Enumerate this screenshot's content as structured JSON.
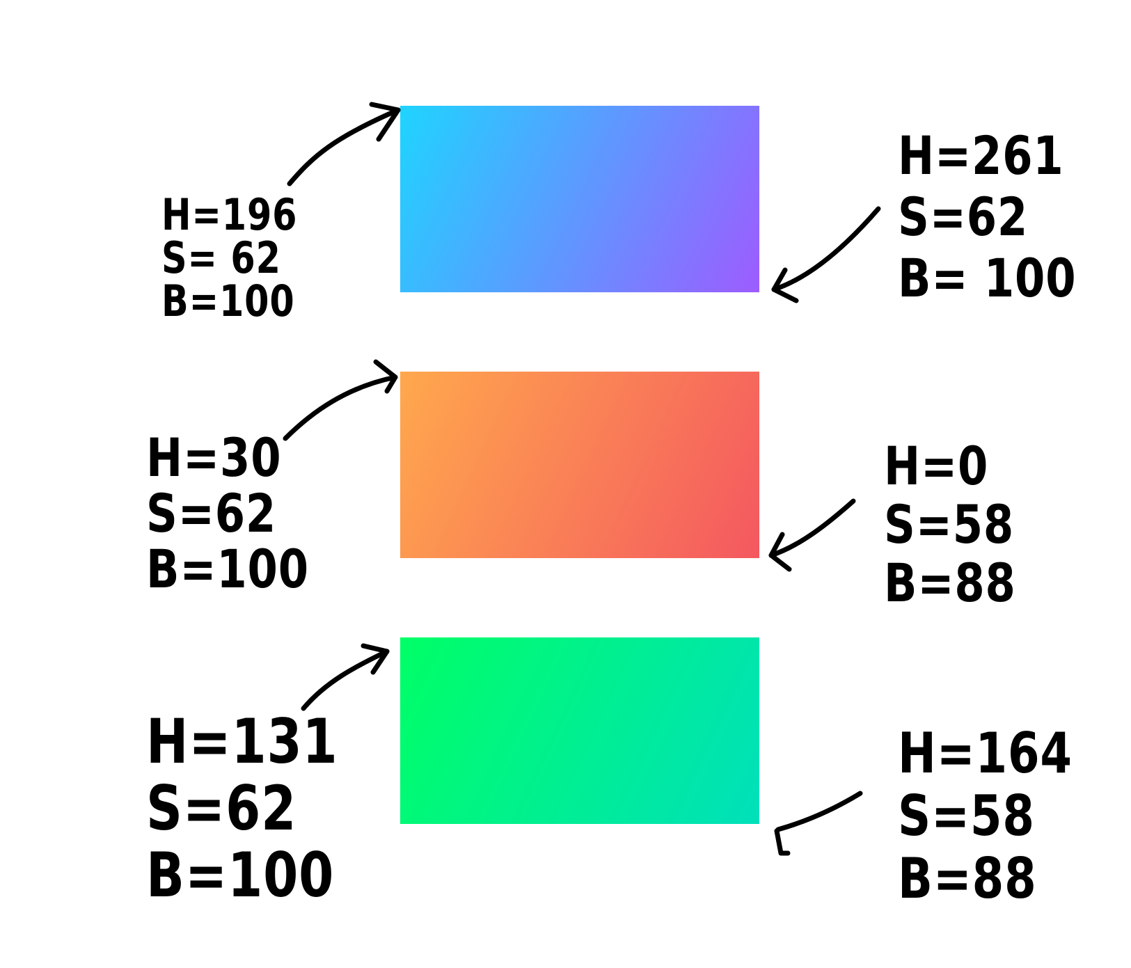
{
  "gradients": [
    {
      "start": {
        "h": "H=196",
        "s": "S= 62",
        "b": "B=100",
        "color": "#1fd4ff"
      },
      "end": {
        "h": "H=261",
        "s": "S=62",
        "b": "B= 100",
        "color": "#9d5cff"
      }
    },
    {
      "start": {
        "h": "H=30",
        "s": "S=62",
        "b": "B=100",
        "color": "#ffa84d"
      },
      "end": {
        "h": "H=0",
        "s": "S=58",
        "b": "B=88",
        "color": "#f45860"
      }
    },
    {
      "start": {
        "h": "H=131",
        "s": "S=62",
        "b": "B=100",
        "color": "#00ff66"
      },
      "end": {
        "h": "H=164",
        "s": "S=58",
        "b": "B=88",
        "color": "#00e0bb"
      }
    }
  ]
}
